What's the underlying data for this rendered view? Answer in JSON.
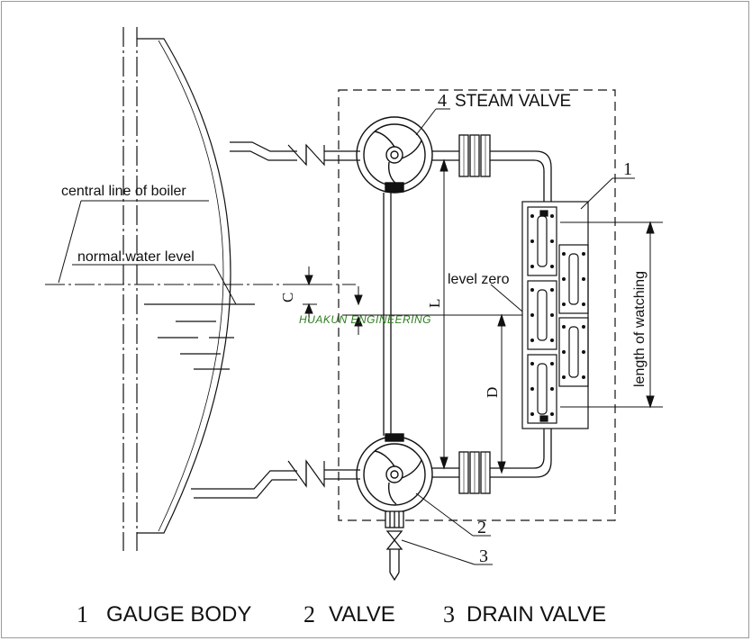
{
  "labels": {
    "steam_valve": "STEAM VALVE",
    "central_line": "central line of boiler",
    "normal_water_level": "normal water level",
    "level_zero": "level zero",
    "length_of_watching": "length of watching",
    "dim_c": "C",
    "dim_l": "L",
    "dim_d": "D"
  },
  "callouts": {
    "c1": "1",
    "c2": "2",
    "c3": "3",
    "c4": "4"
  },
  "watermark": "HUAKUN ENGINEERING",
  "legend": [
    {
      "num": "1",
      "text": "GAUGE BODY"
    },
    {
      "num": "2",
      "text": "VALVE"
    },
    {
      "num": "3",
      "text": "DRAIN VALVE"
    }
  ],
  "colors": {
    "line": "#111111",
    "watermark": "#2e7d1f",
    "frame": "#9a9a9a"
  }
}
